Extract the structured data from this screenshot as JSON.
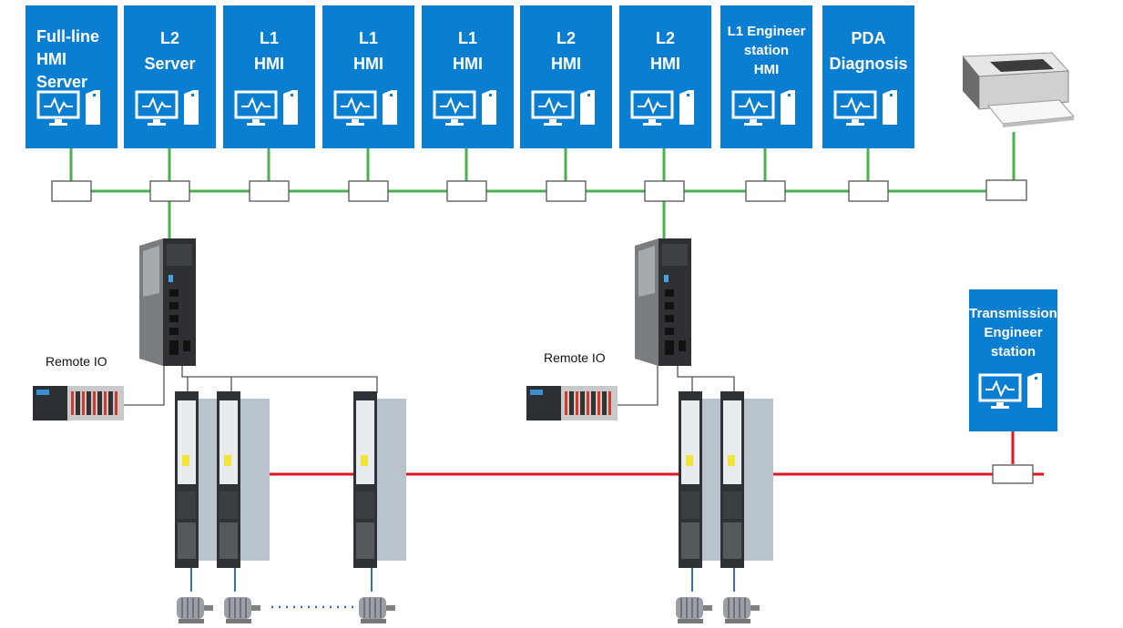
{
  "nodes": [
    {
      "id": "full-line-hmi-server",
      "label": "Full-line\nHMI\nServer"
    },
    {
      "id": "l2-server",
      "label": "L2\nServer"
    },
    {
      "id": "l1-hmi-1",
      "label": "L1\nHMI"
    },
    {
      "id": "l1-hmi-2",
      "label": "L1\nHMI"
    },
    {
      "id": "l1-hmi-3",
      "label": "L1\nHMI"
    },
    {
      "id": "l2-hmi-1",
      "label": "L2\nHMI"
    },
    {
      "id": "l2-hmi-2",
      "label": "L2\nHMI"
    },
    {
      "id": "l1-engineer-station-hmi",
      "label": "L1 Engineer\nstation\nHMI"
    },
    {
      "id": "pda-diagnosis",
      "label": "PDA\nDiagnosis"
    },
    {
      "id": "transmission-engineer-station",
      "label": "Transmission\nEngineer\nstation"
    }
  ],
  "labels": {
    "remote_io_left": "Remote IO",
    "remote_io_right": "Remote IO"
  },
  "colors": {
    "box_blue": "#0a7ed0",
    "ethernet_green": "#4caf50",
    "drive_bus_red": "#e0161e",
    "encoder_blue": "#3b6fc0",
    "wire_gray": "#444444"
  },
  "icons": [
    "monitor-chart-icon",
    "server-tower-icon",
    "printer-icon",
    "controller-cpu-icon",
    "remote-io-module-icon",
    "drive-unit-icon",
    "motor-icon"
  ]
}
